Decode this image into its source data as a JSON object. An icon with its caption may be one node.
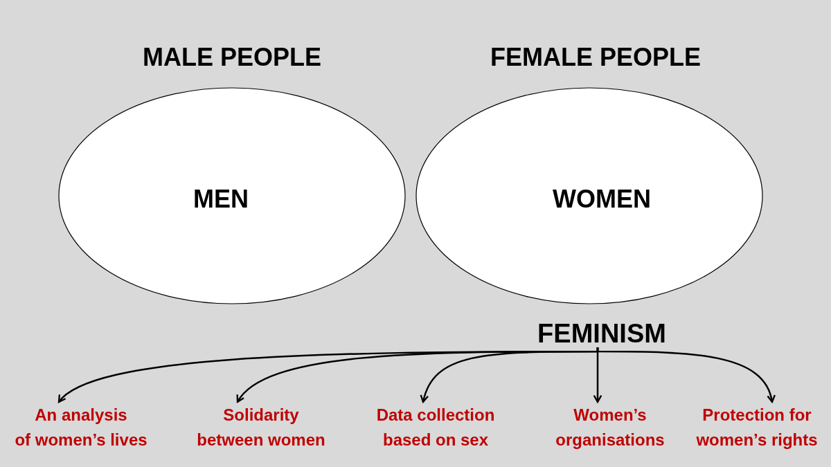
{
  "diagram": {
    "nodes": [
      {
        "text": [
          "MALE PEOPLE",
          "MEN"
        ]
      },
      {
        "text": [
          "FEMALE PEOPLE",
          "WOMEN"
        ]
      },
      {
        "text": [
          "FEMINISM"
        ]
      },
      {
        "text": [
          "An analysis of women’s lives"
        ]
      },
      {
        "text": [
          "Solidarity between women"
        ]
      },
      {
        "text": [
          "Data collection based on sex"
        ]
      },
      {
        "text": [
          "Women’s organisations"
        ]
      },
      {
        "text": [
          "Protection for women’s rights"
        ]
      }
    ],
    "edges": [
      {
        "from": 2,
        "to": 3,
        "arrow": "to"
      },
      {
        "from": 2,
        "to": 4,
        "arrow": "to"
      },
      {
        "from": 2,
        "to": 5,
        "arrow": "to"
      },
      {
        "from": 2,
        "to": 6,
        "arrow": "to"
      },
      {
        "from": 2,
        "to": 7,
        "arrow": "to"
      }
    ]
  }
}
